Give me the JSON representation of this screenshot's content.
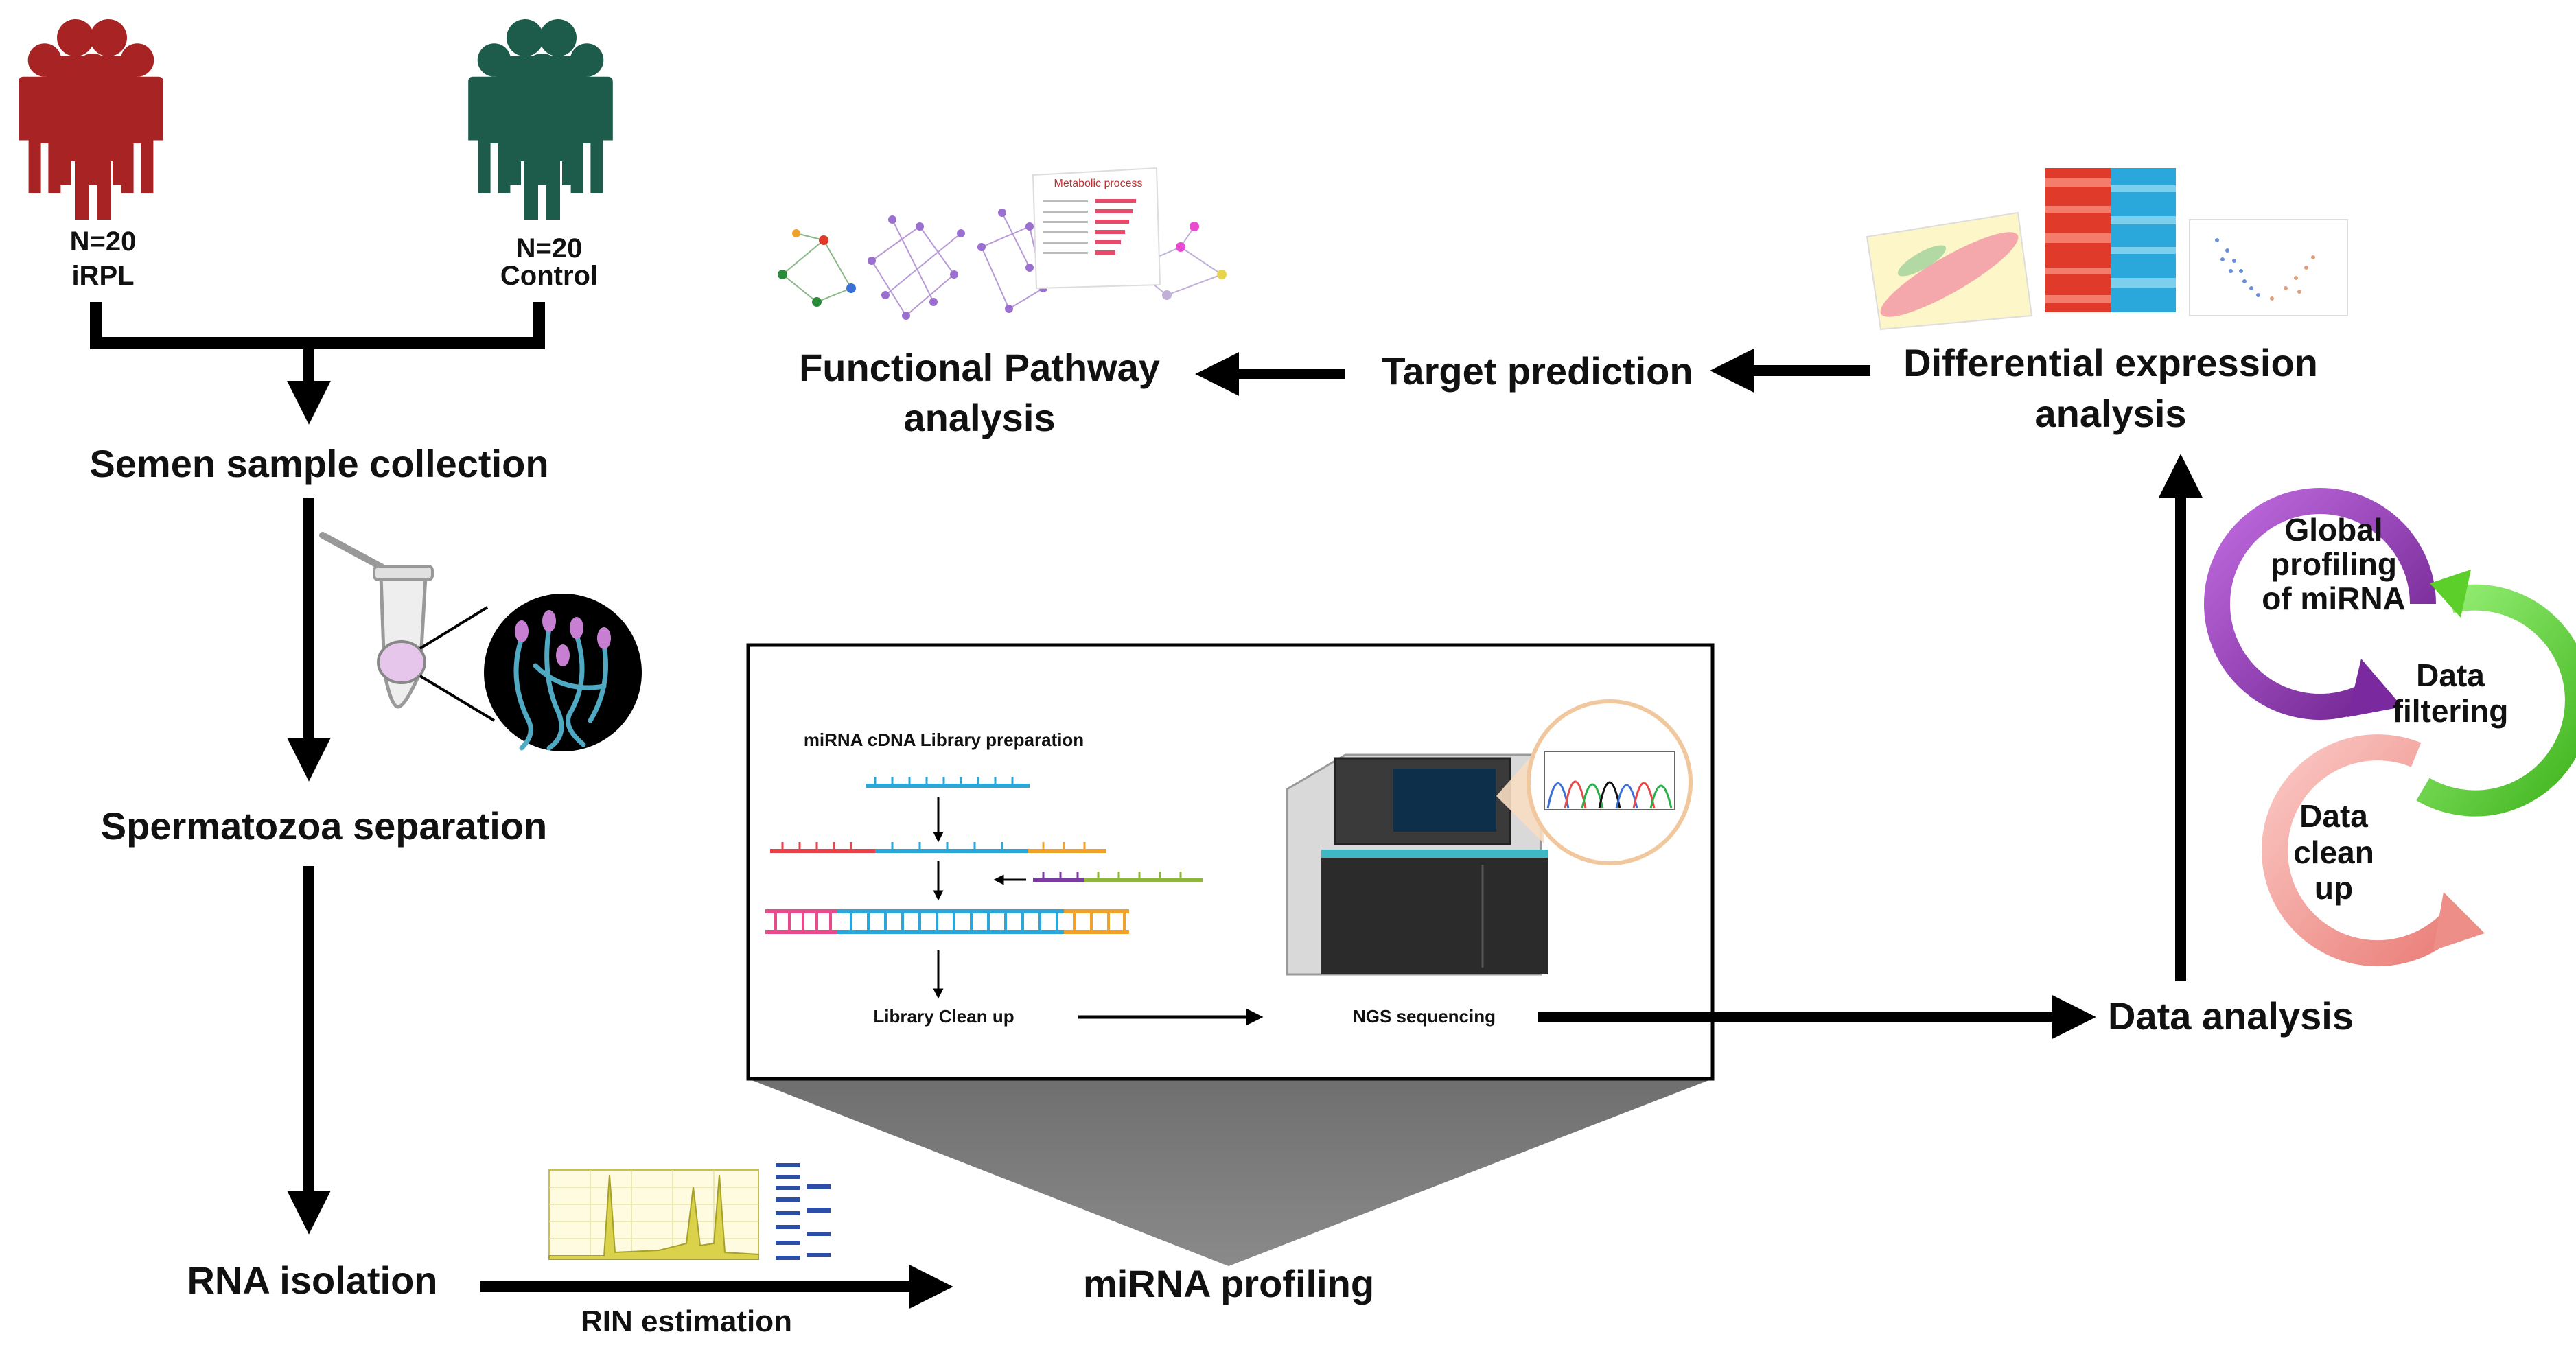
{
  "groups": {
    "irpl": {
      "n": "N=20",
      "name": "iRPL",
      "color": "#a82323"
    },
    "control": {
      "n": "N=20",
      "name": "Control",
      "color": "#1d5c4a"
    }
  },
  "steps": {
    "semen": "Semen sample collection",
    "sperm": "Spermatozoa separation",
    "rna": "RNA isolation",
    "rin": "RIN estimation",
    "mirna_profiling": "miRNA profiling",
    "data_analysis": "Data analysis",
    "diff_expr": [
      "Differential expression",
      "analysis"
    ],
    "target": "Target prediction",
    "functional": [
      "Functional Pathway",
      "analysis"
    ]
  },
  "library_box": {
    "title": "miRNA cDNA Library preparation",
    "cleanup": "Library Clean up",
    "ngs": "NGS sequencing"
  },
  "cycle": {
    "global": [
      "Global",
      "profiling",
      "of miRNA"
    ],
    "filtering": [
      "Data",
      "filtering"
    ],
    "cleanup": [
      "Data",
      "clean",
      "up"
    ],
    "colors": {
      "global": "#8a2fb0",
      "filtering": "#5ccf2a",
      "cleanup": "#f0908c"
    }
  },
  "inset_thumbnail": {
    "title": "Metabolic process"
  },
  "icons": [
    "people-icon",
    "microtube-icon",
    "sperm-magnified-icon",
    "electropherogram-icon",
    "gel-icon",
    "sequencer-icon",
    "chromatogram-icon",
    "network-graph-icon",
    "heatmap-icon",
    "volcano-plot-icon",
    "pca-plot-icon"
  ]
}
